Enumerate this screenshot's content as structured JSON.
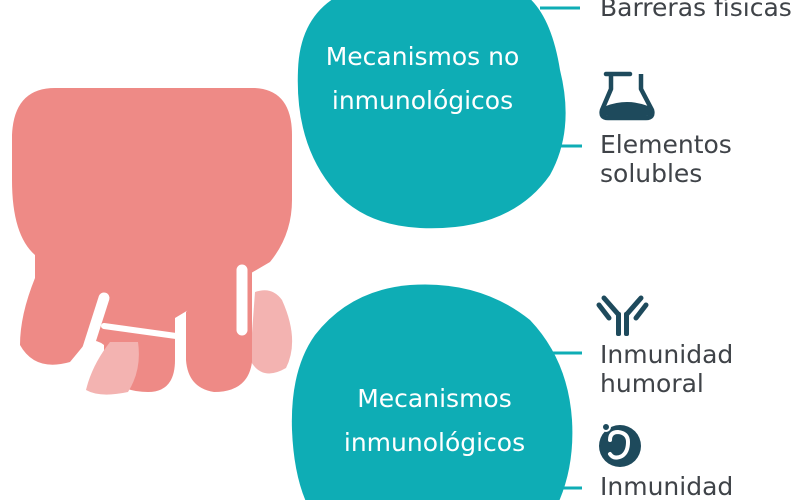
{
  "colors": {
    "udder": "#ee8a86",
    "udder_light": "#f3b3b1",
    "teal": "#0eadb5",
    "icon_dark": "#1e4a5c",
    "text": "#3f4348"
  },
  "groups": [
    {
      "title_lines": [
        "Mecanismos no",
        "inmunológicos"
      ],
      "items": [
        {
          "label_lines": [
            "Barreras físicas"
          ],
          "icon": "none"
        },
        {
          "label_lines": [
            "Elementos",
            "solubles"
          ],
          "icon": "flask-icon"
        }
      ]
    },
    {
      "title_lines": [
        "Mecanismos",
        "inmunológicos"
      ],
      "items": [
        {
          "label_lines": [
            "Inmunidad",
            "humoral"
          ],
          "icon": "antibody-icon"
        },
        {
          "label_lines": [
            "Inmunidad"
          ],
          "icon": "macrophage-icon"
        }
      ]
    }
  ]
}
